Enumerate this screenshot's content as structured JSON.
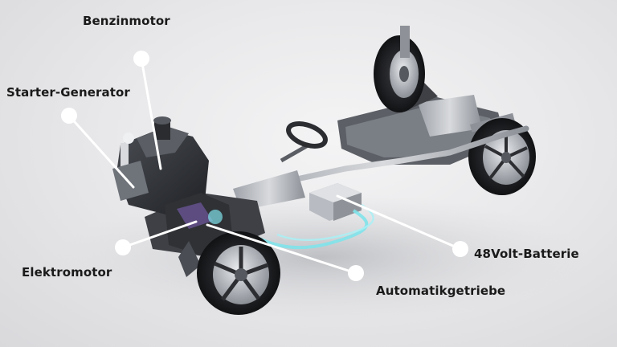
{
  "labels": {
    "benzinmotor": "Benzinmotor",
    "starter_generator": "Starter-Generator",
    "elektromotor": "Elektromotor",
    "automatikgetriebe": "Automatikgetriebe",
    "batterie": "48Volt-Batterie"
  },
  "colors": {
    "background": "#e9e9eb",
    "label_text": "#1a1a1a",
    "leader_line": "#ffffff",
    "cable_highlight": "#7fe3ea",
    "engine_dark": "#2b2d31",
    "wheel_tire": "#1c1d20",
    "rim_silver": "#c9ccd1"
  },
  "icons": [
    "callout-dot-icon"
  ]
}
